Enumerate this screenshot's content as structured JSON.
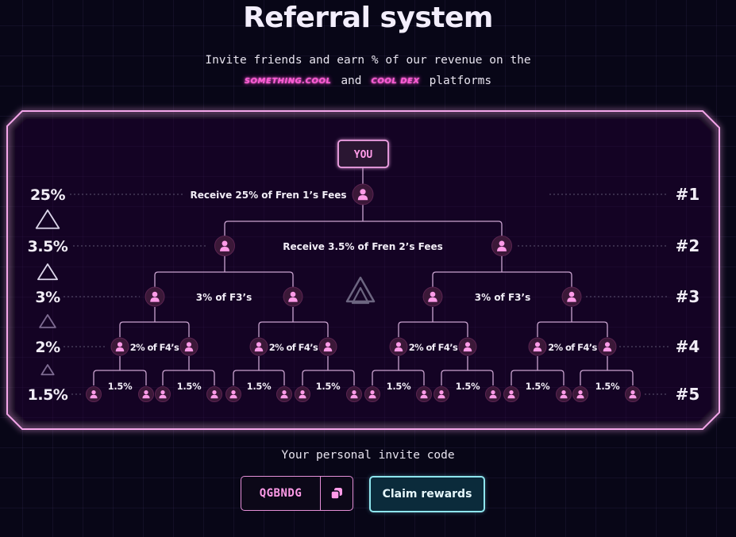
{
  "header": {
    "title": "Referral system",
    "subtitle_line1": "Invite friends and earn % of our revenue on the",
    "brand1": "SOMETHING.COOL",
    "subtitle_and": "and",
    "brand2": "COOL DEX",
    "subtitle_end": "platforms"
  },
  "tree": {
    "you_label": "YOU",
    "levels": [
      {
        "percent": "25%",
        "rank": "#1",
        "label": "Receive 25% of Fren 1’s Fees"
      },
      {
        "percent": "3.5%",
        "rank": "#2",
        "label": "Receive 3.5% of Fren 2’s Fees"
      },
      {
        "percent": "3%",
        "rank": "#3",
        "label": "3% of F3’s"
      },
      {
        "percent": "2%",
        "rank": "#4",
        "label": "2% of F4’s"
      },
      {
        "percent": "1.5%",
        "rank": "#5",
        "label": "1.5%"
      }
    ]
  },
  "invite": {
    "label": "Your personal invite code",
    "code": "QGBNDG",
    "claim_label": "Claim rewards"
  },
  "colors": {
    "accent_pink": "#ff5cd6",
    "frame": "#f2a2e6",
    "claim_border": "#8fe6ef"
  }
}
